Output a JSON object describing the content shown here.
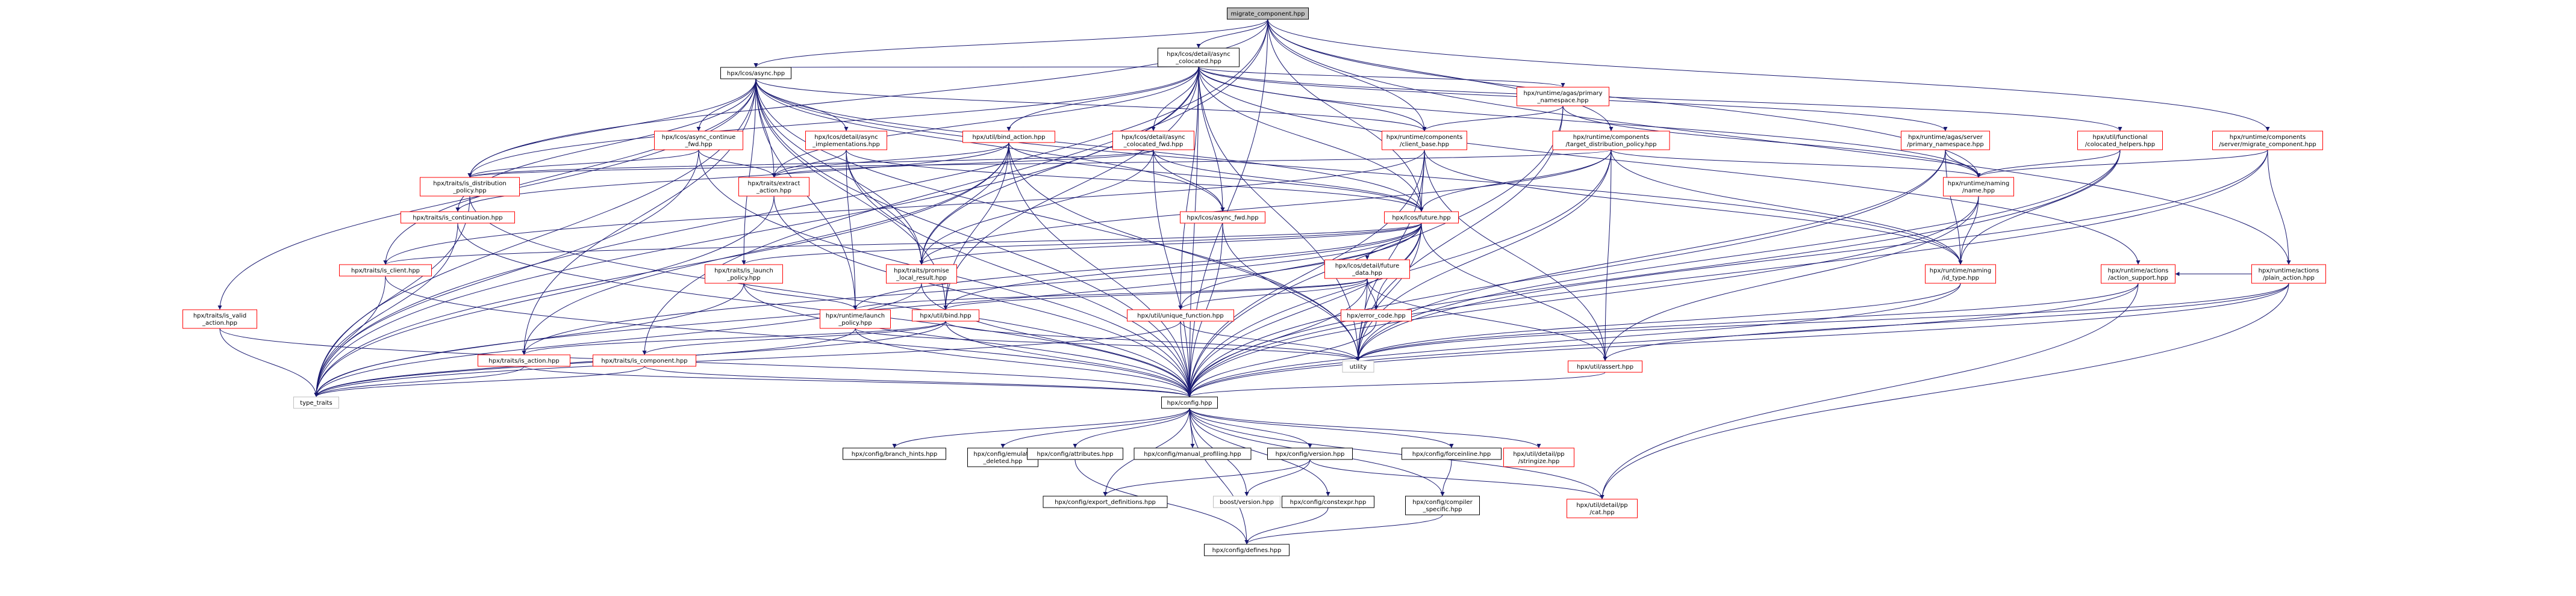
{
  "nodes": [
    {
      "id": "root",
      "lines": [
        "migrate_component.hpp"
      ],
      "style": "root"
    },
    {
      "id": "colocated",
      "lines": [
        "hpx/lcos/detail/async",
        "_colocated.hpp"
      ],
      "style": "black"
    },
    {
      "id": "async",
      "lines": [
        "hpx/lcos/async.hpp"
      ],
      "style": "black"
    },
    {
      "id": "primary_ns",
      "lines": [
        "hpx/runtime/agas/primary",
        "_namespace.hpp"
      ],
      "style": "red"
    },
    {
      "id": "async_continue_fwd",
      "lines": [
        "hpx/lcos/async_continue",
        "_fwd.hpp"
      ],
      "style": "red"
    },
    {
      "id": "async_impl",
      "lines": [
        "hpx/lcos/detail/async",
        "_implementations.hpp"
      ],
      "style": "red"
    },
    {
      "id": "bind_action",
      "lines": [
        "hpx/util/bind_action.hpp"
      ],
      "style": "red"
    },
    {
      "id": "colocated_fwd",
      "lines": [
        "hpx/lcos/detail/async",
        "_colocated_fwd.hpp"
      ],
      "style": "red"
    },
    {
      "id": "client_base",
      "lines": [
        "hpx/runtime/components",
        "/client_base.hpp"
      ],
      "style": "red"
    },
    {
      "id": "target_dist",
      "lines": [
        "hpx/runtime/components",
        "/target_distribution_policy.hpp"
      ],
      "style": "red"
    },
    {
      "id": "server_primary_ns",
      "lines": [
        "hpx/runtime/agas/server",
        "/primary_namespace.hpp"
      ],
      "style": "red"
    },
    {
      "id": "colocated_helpers",
      "lines": [
        "hpx/util/functional",
        "/colocated_helpers.hpp"
      ],
      "style": "red"
    },
    {
      "id": "server_migrate",
      "lines": [
        "hpx/runtime/components",
        "/server/migrate_component.hpp"
      ],
      "style": "red"
    },
    {
      "id": "is_dist_policy",
      "lines": [
        "hpx/traits/is_distribution",
        "_policy.hpp"
      ],
      "style": "red"
    },
    {
      "id": "extract_action",
      "lines": [
        "hpx/traits/extract",
        "_action.hpp"
      ],
      "style": "red"
    },
    {
      "id": "is_continuation",
      "lines": [
        "hpx/traits/is_continuation.hpp"
      ],
      "style": "red"
    },
    {
      "id": "async_fwd",
      "lines": [
        "hpx/lcos/async_fwd.hpp"
      ],
      "style": "red"
    },
    {
      "id": "future",
      "lines": [
        "hpx/lcos/future.hpp"
      ],
      "style": "red"
    },
    {
      "id": "name",
      "lines": [
        "hpx/runtime/naming",
        "/name.hpp"
      ],
      "style": "red"
    },
    {
      "id": "is_client",
      "lines": [
        "hpx/traits/is_client.hpp"
      ],
      "style": "red"
    },
    {
      "id": "is_launch_policy",
      "lines": [
        "hpx/traits/is_launch",
        "_policy.hpp"
      ],
      "style": "red"
    },
    {
      "id": "promise_local",
      "lines": [
        "hpx/traits/promise",
        "_local_result.hpp"
      ],
      "style": "red"
    },
    {
      "id": "future_data",
      "lines": [
        "hpx/lcos/detail/future",
        "_data.hpp"
      ],
      "style": "red"
    },
    {
      "id": "id_type",
      "lines": [
        "hpx/runtime/naming",
        "/id_type.hpp"
      ],
      "style": "red"
    },
    {
      "id": "action_support",
      "lines": [
        "hpx/runtime/actions",
        "/action_support.hpp"
      ],
      "style": "red"
    },
    {
      "id": "plain_action",
      "lines": [
        "hpx/runtime/actions",
        "/plain_action.hpp"
      ],
      "style": "red"
    },
    {
      "id": "is_valid_action",
      "lines": [
        "hpx/traits/is_valid",
        "_action.hpp"
      ],
      "style": "red"
    },
    {
      "id": "launch_policy",
      "lines": [
        "hpx/runtime/launch",
        "_policy.hpp"
      ],
      "style": "red"
    },
    {
      "id": "bind",
      "lines": [
        "hpx/util/bind.hpp"
      ],
      "style": "red"
    },
    {
      "id": "unique_function",
      "lines": [
        "hpx/util/unique_function.hpp"
      ],
      "style": "red"
    },
    {
      "id": "error_code",
      "lines": [
        "hpx/error_code.hpp"
      ],
      "style": "red"
    },
    {
      "id": "is_action",
      "lines": [
        "hpx/traits/is_action.hpp"
      ],
      "style": "red"
    },
    {
      "id": "is_component",
      "lines": [
        "hpx/traits/is_component.hpp"
      ],
      "style": "red"
    },
    {
      "id": "utility",
      "lines": [
        "utility"
      ],
      "style": "gray"
    },
    {
      "id": "assert",
      "lines": [
        "hpx/util/assert.hpp"
      ],
      "style": "red"
    },
    {
      "id": "type_traits",
      "lines": [
        "type_traits"
      ],
      "style": "gray"
    },
    {
      "id": "config",
      "lines": [
        "hpx/config.hpp"
      ],
      "style": "black"
    },
    {
      "id": "branch_hints",
      "lines": [
        "hpx/config/branch_hints.hpp"
      ],
      "style": "black"
    },
    {
      "id": "emulate_deleted",
      "lines": [
        "hpx/config/emulate",
        "_deleted.hpp"
      ],
      "style": "black"
    },
    {
      "id": "attributes",
      "lines": [
        "hpx/config/attributes.hpp"
      ],
      "style": "black"
    },
    {
      "id": "manual_profiling",
      "lines": [
        "hpx/config/manual_profiling.hpp"
      ],
      "style": "black"
    },
    {
      "id": "version",
      "lines": [
        "hpx/config/version.hpp"
      ],
      "style": "black"
    },
    {
      "id": "forceinline",
      "lines": [
        "hpx/config/forceinline.hpp"
      ],
      "style": "black"
    },
    {
      "id": "stringize",
      "lines": [
        "hpx/util/detail/pp",
        "/stringize.hpp"
      ],
      "style": "red"
    },
    {
      "id": "export_defs",
      "lines": [
        "hpx/config/export_definitions.hpp"
      ],
      "style": "black"
    },
    {
      "id": "boost_version",
      "lines": [
        "boost/version.hpp"
      ],
      "style": "gray"
    },
    {
      "id": "constexpr",
      "lines": [
        "hpx/config/constexpr.hpp"
      ],
      "style": "black"
    },
    {
      "id": "compiler_specific",
      "lines": [
        "hpx/config/compiler",
        "_specific.hpp"
      ],
      "style": "black"
    },
    {
      "id": "cat",
      "lines": [
        "hpx/util/detail/pp",
        "/cat.hpp"
      ],
      "style": "red"
    },
    {
      "id": "defines",
      "lines": [
        "hpx/config/defines.hpp"
      ],
      "style": "black"
    }
  ],
  "edges": [
    [
      "root",
      "colocated"
    ],
    [
      "root",
      "async"
    ],
    [
      "root",
      "future"
    ],
    [
      "root",
      "client_base"
    ],
    [
      "root",
      "target_dist"
    ],
    [
      "root",
      "name"
    ],
    [
      "root",
      "server_migrate"
    ],
    [
      "root",
      "plain_action"
    ],
    [
      "root",
      "config"
    ],
    [
      "root",
      "type_traits"
    ],
    [
      "root",
      "is_dist_policy"
    ],
    [
      "root",
      "is_component"
    ],
    [
      "colocated",
      "async"
    ],
    [
      "colocated",
      "primary_ns"
    ],
    [
      "colocated",
      "bind_action"
    ],
    [
      "colocated",
      "colocated_fwd"
    ],
    [
      "colocated",
      "client_base"
    ],
    [
      "colocated",
      "server_primary_ns"
    ],
    [
      "colocated",
      "colocated_helpers"
    ],
    [
      "colocated",
      "async_fwd"
    ],
    [
      "colocated",
      "future"
    ],
    [
      "colocated",
      "action_support"
    ],
    [
      "colocated",
      "bind"
    ],
    [
      "colocated",
      "unique_function"
    ],
    [
      "colocated",
      "utility"
    ],
    [
      "colocated",
      "config"
    ],
    [
      "colocated",
      "extract_action"
    ],
    [
      "colocated",
      "is_dist_policy"
    ],
    [
      "colocated",
      "promise_local"
    ],
    [
      "colocated",
      "type_traits"
    ],
    [
      "colocated",
      "name"
    ],
    [
      "async",
      "async_continue_fwd"
    ],
    [
      "async",
      "async_impl"
    ],
    [
      "async",
      "client_base"
    ],
    [
      "async",
      "future"
    ],
    [
      "async",
      "extract_action"
    ],
    [
      "async",
      "is_dist_policy"
    ],
    [
      "async",
      "is_continuation"
    ],
    [
      "async",
      "is_client"
    ],
    [
      "async",
      "is_launch_policy"
    ],
    [
      "async",
      "promise_local"
    ],
    [
      "async",
      "launch_policy"
    ],
    [
      "async",
      "bind"
    ],
    [
      "async",
      "is_action"
    ],
    [
      "async",
      "is_valid_action"
    ],
    [
      "async",
      "utility"
    ],
    [
      "async",
      "type_traits"
    ],
    [
      "async",
      "config"
    ],
    [
      "async",
      "async_fwd"
    ],
    [
      "async",
      "id_type"
    ],
    [
      "primary_ns",
      "client_base"
    ],
    [
      "primary_ns",
      "name"
    ],
    [
      "primary_ns",
      "utility"
    ],
    [
      "primary_ns",
      "config"
    ],
    [
      "async_continue_fwd",
      "extract_action"
    ],
    [
      "async_continue_fwd",
      "is_dist_policy"
    ],
    [
      "async_continue_fwd",
      "type_traits"
    ],
    [
      "async_continue_fwd",
      "config"
    ],
    [
      "async_impl",
      "extract_action"
    ],
    [
      "async_impl",
      "future"
    ],
    [
      "async_impl",
      "launch_policy"
    ],
    [
      "async_impl",
      "config"
    ],
    [
      "async_impl",
      "promise_local"
    ],
    [
      "bind_action",
      "extract_action"
    ],
    [
      "bind_action",
      "is_continuation"
    ],
    [
      "bind_action",
      "future"
    ],
    [
      "bind_action",
      "bind"
    ],
    [
      "bind_action",
      "promise_local"
    ],
    [
      "bind_action",
      "utility"
    ],
    [
      "bind_action",
      "config"
    ],
    [
      "bind_action",
      "is_action"
    ],
    [
      "bind_action",
      "type_traits"
    ],
    [
      "colocated_fwd",
      "extract_action"
    ],
    [
      "colocated_fwd",
      "is_dist_policy"
    ],
    [
      "colocated_fwd",
      "async_fwd"
    ],
    [
      "colocated_fwd",
      "future"
    ],
    [
      "colocated_fwd",
      "config"
    ],
    [
      "colocated_fwd",
      "promise_local"
    ],
    [
      "client_base",
      "future"
    ],
    [
      "client_base",
      "utility"
    ],
    [
      "client_base",
      "config"
    ],
    [
      "client_base",
      "assert"
    ],
    [
      "client_base",
      "is_client"
    ],
    [
      "client_base",
      "id_type"
    ],
    [
      "target_dist",
      "future"
    ],
    [
      "target_dist",
      "name"
    ],
    [
      "target_dist",
      "id_type"
    ],
    [
      "target_dist",
      "utility"
    ],
    [
      "target_dist",
      "config"
    ],
    [
      "target_dist",
      "is_dist_policy"
    ],
    [
      "target_dist",
      "promise_local"
    ],
    [
      "target_dist",
      "assert"
    ],
    [
      "server_primary_ns",
      "name"
    ],
    [
      "server_primary_ns",
      "id_type"
    ],
    [
      "server_primary_ns",
      "utility"
    ],
    [
      "server_primary_ns",
      "config"
    ],
    [
      "colocated_helpers",
      "name"
    ],
    [
      "colocated_helpers",
      "id_type"
    ],
    [
      "colocated_helpers",
      "utility"
    ],
    [
      "colocated_helpers",
      "config"
    ],
    [
      "server_migrate",
      "plain_action"
    ],
    [
      "server_migrate",
      "name"
    ],
    [
      "server_migrate",
      "utility"
    ],
    [
      "server_migrate",
      "config"
    ],
    [
      "is_dist_policy",
      "type_traits"
    ],
    [
      "is_dist_policy",
      "config"
    ],
    [
      "extract_action",
      "type_traits"
    ],
    [
      "extract_action",
      "config"
    ],
    [
      "is_continuation",
      "type_traits"
    ],
    [
      "is_continuation",
      "config"
    ],
    [
      "async_fwd",
      "utility"
    ],
    [
      "async_fwd",
      "config"
    ],
    [
      "future",
      "future_data"
    ],
    [
      "future",
      "is_launch_policy"
    ],
    [
      "future",
      "promise_local"
    ],
    [
      "future",
      "launch_policy"
    ],
    [
      "future",
      "bind"
    ],
    [
      "future",
      "unique_function"
    ],
    [
      "future",
      "error_code"
    ],
    [
      "future",
      "assert"
    ],
    [
      "future",
      "utility"
    ],
    [
      "future",
      "type_traits"
    ],
    [
      "future",
      "config"
    ],
    [
      "future",
      "is_client"
    ],
    [
      "future",
      "is_action"
    ],
    [
      "name",
      "id_type"
    ],
    [
      "name",
      "assert"
    ],
    [
      "name",
      "config"
    ],
    [
      "is_client",
      "type_traits"
    ],
    [
      "is_client",
      "config"
    ],
    [
      "is_launch_policy",
      "launch_policy"
    ],
    [
      "is_launch_policy",
      "type_traits"
    ],
    [
      "is_launch_policy",
      "config"
    ],
    [
      "promise_local",
      "config"
    ],
    [
      "promise_local",
      "type_traits"
    ],
    [
      "future_data",
      "launch_policy"
    ],
    [
      "future_data",
      "unique_function"
    ],
    [
      "future_data",
      "error_code"
    ],
    [
      "future_data",
      "assert"
    ],
    [
      "future_data",
      "utility"
    ],
    [
      "future_data",
      "config"
    ],
    [
      "future_data",
      "bind"
    ],
    [
      "id_type",
      "utility"
    ],
    [
      "id_type",
      "config"
    ],
    [
      "action_support",
      "utility"
    ],
    [
      "action_support",
      "config"
    ],
    [
      "action_support",
      "cat"
    ],
    [
      "plain_action",
      "action_support"
    ],
    [
      "plain_action",
      "utility"
    ],
    [
      "plain_action",
      "config"
    ],
    [
      "plain_action",
      "assert"
    ],
    [
      "plain_action",
      "cat"
    ],
    [
      "is_valid_action",
      "type_traits"
    ],
    [
      "is_valid_action",
      "config"
    ],
    [
      "launch_policy",
      "config"
    ],
    [
      "launch_policy",
      "type_traits"
    ],
    [
      "launch_policy",
      "utility"
    ],
    [
      "bind",
      "is_action"
    ],
    [
      "bind",
      "is_component"
    ],
    [
      "bind",
      "config"
    ],
    [
      "bind",
      "utility"
    ],
    [
      "bind",
      "type_traits"
    ],
    [
      "unique_function",
      "config"
    ],
    [
      "unique_function",
      "utility"
    ],
    [
      "unique_function",
      "type_traits"
    ],
    [
      "error_code",
      "config"
    ],
    [
      "is_action",
      "type_traits"
    ],
    [
      "is_action",
      "config"
    ],
    [
      "is_component",
      "type_traits"
    ],
    [
      "is_component",
      "config"
    ],
    [
      "assert",
      "config"
    ],
    [
      "config",
      "branch_hints"
    ],
    [
      "config",
      "emulate_deleted"
    ],
    [
      "config",
      "attributes"
    ],
    [
      "config",
      "manual_profiling"
    ],
    [
      "config",
      "version"
    ],
    [
      "config",
      "forceinline"
    ],
    [
      "config",
      "stringize"
    ],
    [
      "config",
      "export_defs"
    ],
    [
      "config",
      "boost_version"
    ],
    [
      "config",
      "constexpr"
    ],
    [
      "config",
      "compiler_specific"
    ],
    [
      "config",
      "cat"
    ],
    [
      "config",
      "defines"
    ],
    [
      "attributes",
      "defines"
    ],
    [
      "version",
      "export_defs"
    ],
    [
      "version",
      "boost_version"
    ],
    [
      "version",
      "cat"
    ],
    [
      "forceinline",
      "compiler_specific"
    ],
    [
      "constexpr",
      "defines"
    ],
    [
      "compiler_specific",
      "defines"
    ]
  ]
}
